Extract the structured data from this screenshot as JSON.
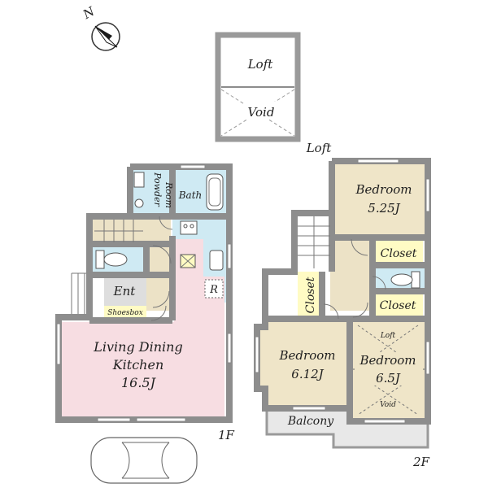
{
  "compass": {
    "label": "N",
    "icon": "north-arrow-icon"
  },
  "loft": {
    "floor_label": "Loft",
    "room_loft": "Loft",
    "room_void": "Void"
  },
  "floor1": {
    "floor_label": "1F",
    "powder_room_line1": "Powder",
    "powder_room_line2": "Room",
    "bath": "Bath",
    "entrance": "Ent",
    "shoesbox": "Shoesbox",
    "refrigerator": "R",
    "ldk_line1": "Living Dining",
    "ldk_line2": "Kitchen",
    "ldk_size": "16.5J"
  },
  "floor2": {
    "floor_label": "2F",
    "bedroom1_name": "Bedroom",
    "bedroom1_size": "5.25J",
    "closet1": "Closet",
    "closet_vertical": "Closet",
    "closet2": "Closet",
    "bedroom2_name": "Bedroom",
    "bedroom2_size": "6.12J",
    "bedroom3_name": "Bedroom",
    "bedroom3_size": "6.5J",
    "bedroom3_loft": "Loft",
    "bedroom3_void": "Void",
    "balcony": "Balcony"
  },
  "colors": {
    "ldk": "#f7dde2",
    "wet_area": "#cfeaf3",
    "hall_tan": "#ece2c6",
    "bedroom": "#efe5c8",
    "closet": "#fffbc4",
    "entrance": "#dedede",
    "balcony": "#e8e8e8",
    "wall": "#9a9a9a"
  }
}
